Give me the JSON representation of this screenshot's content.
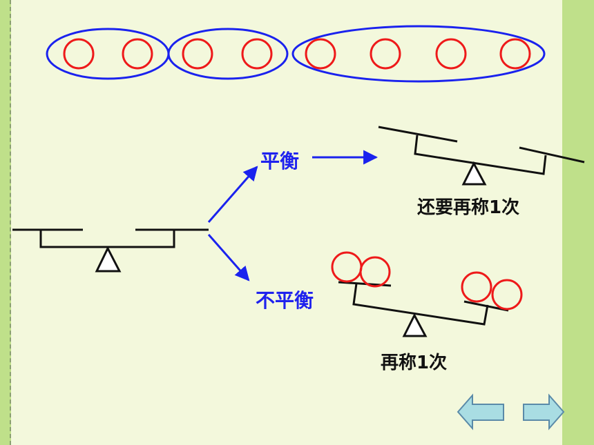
{
  "colors": {
    "background": "#f3f8dc",
    "stripe": "#bfe08a",
    "ellipse": "#1a22ee",
    "coin": "#ee1a1a",
    "arrow": "#1a22ee",
    "nav_button": "#a9dde3"
  },
  "labels": {
    "balanced": "平衡",
    "unbalanced": "不平衡",
    "weigh_once_more_balanced": "还要再称1次",
    "weigh_once_more": "再称1次"
  },
  "groups": [
    {
      "coins": 2
    },
    {
      "coins": 2
    },
    {
      "coins": 4
    }
  ],
  "nav": {
    "prev_icon": "left-arrow-icon",
    "next_icon": "right-arrow-icon"
  }
}
